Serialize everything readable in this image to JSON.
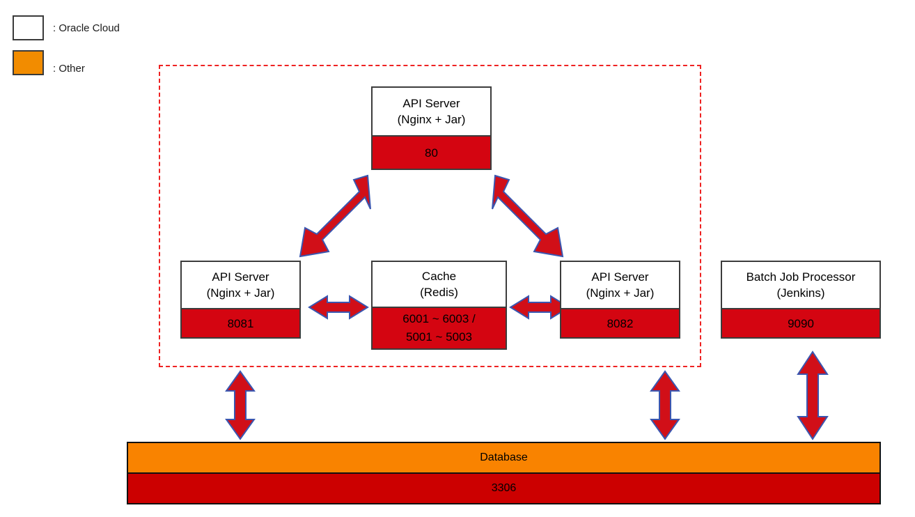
{
  "legend": {
    "items": [
      {
        "swatch_color": "#ffffff",
        "label": ": Oracle Cloud",
        "name": "oracle-cloud"
      },
      {
        "swatch_color": "#f28c00",
        "label": ": Other",
        "name": "other"
      }
    ]
  },
  "boundary": {
    "name": "oracle-cloud-boundary",
    "style": "dashed",
    "color": "#ee2222"
  },
  "colors": {
    "port_red": "#d40511",
    "database_orange": "#f98300",
    "database_port_red": "#cc0000",
    "arrow_fill": "#d10f18",
    "arrow_stroke": "#3a56b0",
    "box_border": "#3c3c3c"
  },
  "nodes": {
    "api_top": {
      "title_line1": "API Server",
      "title_line2": "(Nginx + Jar)",
      "port": "80"
    },
    "api_left": {
      "title_line1": "API Server",
      "title_line2": "(Nginx + Jar)",
      "port": "8081"
    },
    "cache": {
      "title_line1": "Cache",
      "title_line2": "(Redis)",
      "port": "6001 ~ 6003 /\n5001  ~ 5003"
    },
    "api_right": {
      "title_line1": "API Server",
      "title_line2": "(Nginx + Jar)",
      "port": "8082"
    },
    "batch": {
      "title_line1": "Batch Job Processor",
      "title_line2": "(Jenkins)",
      "port": "9090"
    },
    "database": {
      "title": "Database",
      "port": "3306"
    }
  },
  "connections": [
    {
      "name": "api-top-to-api-left",
      "direction": "bidirectional",
      "orientation": "diagonal"
    },
    {
      "name": "api-top-to-api-right",
      "direction": "bidirectional",
      "orientation": "diagonal"
    },
    {
      "name": "api-left-to-cache",
      "direction": "bidirectional",
      "orientation": "horizontal"
    },
    {
      "name": "cache-to-api-right",
      "direction": "bidirectional",
      "orientation": "horizontal"
    },
    {
      "name": "api-left-to-database",
      "direction": "bidirectional",
      "orientation": "vertical"
    },
    {
      "name": "api-right-to-database",
      "direction": "bidirectional",
      "orientation": "vertical"
    },
    {
      "name": "batch-to-database",
      "direction": "bidirectional",
      "orientation": "vertical"
    }
  ]
}
